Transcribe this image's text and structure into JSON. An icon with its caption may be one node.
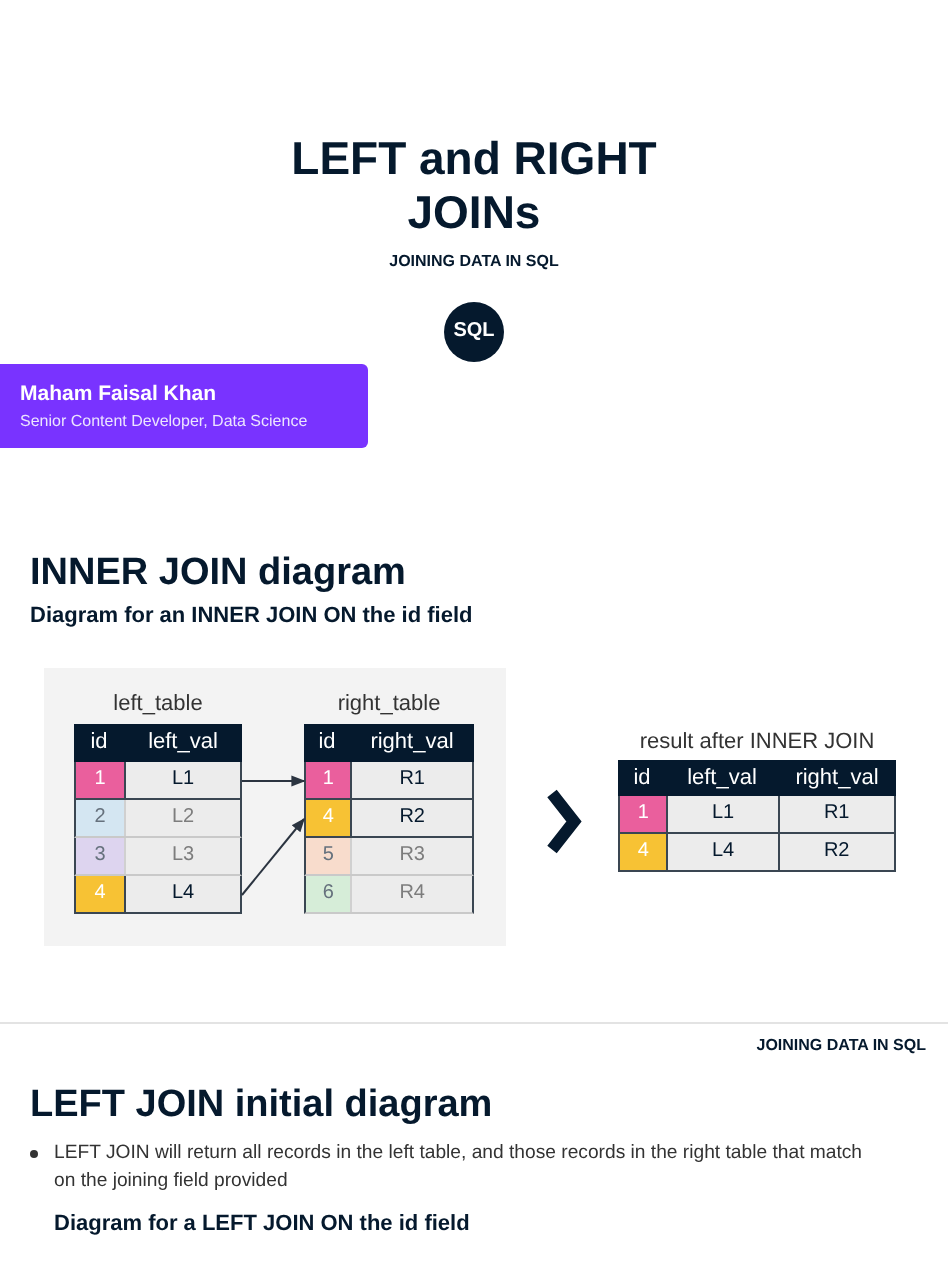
{
  "diagram": {
    "title": "LEFT and RIGHT JOINs",
    "nodes": [
      {
        "text": [
          "SQL"
        ]
      },
      {
        "text": [
          "Maham Faisal Khan",
          "Senior Content Developer, Data Science"
        ]
      },
      {
        "text": [],
        "shape": "box"
      },
      {
        "text": [
          "left_table"
        ],
        "in": 2
      },
      {
        "text": [
          "id",
          "left_val"
        ],
        "in": 3
      },
      {
        "text": [
          "1",
          "L1"
        ],
        "in": 3
      },
      {
        "text": [
          "2",
          "L2"
        ],
        "in": 3
      },
      {
        "text": [
          "3",
          "L3"
        ],
        "in": 3
      },
      {
        "text": [
          "4",
          "L4"
        ],
        "in": 3
      },
      {
        "text": [
          "right_table"
        ],
        "in": 2
      },
      {
        "text": [
          "id",
          "right_val"
        ],
        "in": 9
      },
      {
        "text": [
          "1",
          "R1"
        ],
        "in": 9
      },
      {
        "text": [
          "4",
          "R2"
        ],
        "in": 9
      },
      {
        "text": [
          "5",
          "R3"
        ],
        "in": 9
      },
      {
        "text": [
          "6",
          "R4"
        ],
        "in": 9
      },
      {
        "text": [
          "result after INNER JOIN"
        ]
      },
      {
        "text": [
          "id",
          "left_val",
          "right_val"
        ],
        "in": 15
      },
      {
        "text": [
          "1",
          "L1",
          "R1"
        ],
        "in": 15
      },
      {
        "text": [
          "4",
          "L4",
          "R2"
        ],
        "in": 15
      }
    ],
    "edges": [
      {
        "from": 5,
        "to": 11,
        "arrow": "to"
      },
      {
        "from": 8,
        "to": 12,
        "arrow": "to"
      },
      {
        "from": 2,
        "to": 15,
        "arrow": "to",
        "style": "thick"
      }
    ],
    "labels": [
      "JOINING DATA IN SQL",
      "INNER JOIN diagram",
      "Diagram for an INNER JOIN ON the id field",
      "JOINING DATA IN SQL",
      "LEFT JOIN initial diagram",
      "LEFT JOIN will return all records in the left table, and those records in the right table that match on the joining field provided",
      "Diagram for a LEFT JOIN ON the id field"
    ]
  }
}
